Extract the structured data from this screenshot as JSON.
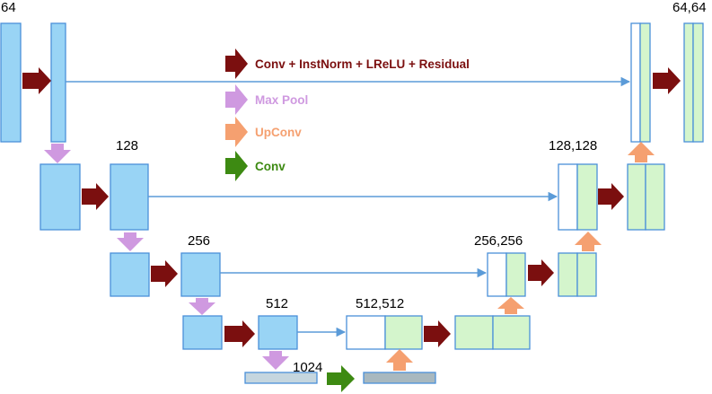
{
  "labels": {
    "enc1": "64",
    "enc2": "128",
    "enc3": "256",
    "enc4": "512",
    "bottleneck": "1024",
    "dec4": "512,512",
    "dec3": "256,256",
    "dec2": "128,128",
    "dec1": "64,64"
  },
  "legend": {
    "conv_block": "Conv + InstNorm + LReLU + Residual",
    "max_pool": "Max Pool",
    "upconv": "UpConv",
    "conv": "Conv"
  },
  "colors": {
    "conv_block": "#7b0f0f",
    "max_pool": "#cf99e0",
    "upconv": "#f5a070",
    "conv": "#3d8a12",
    "encoder_block": "#99d4f5",
    "decoder_block": "#d4f5cc",
    "bottleneck_left": "#c5d6df",
    "bottleneck_right": "#a8b8bf",
    "skip_line": "#5b9bd8"
  }
}
